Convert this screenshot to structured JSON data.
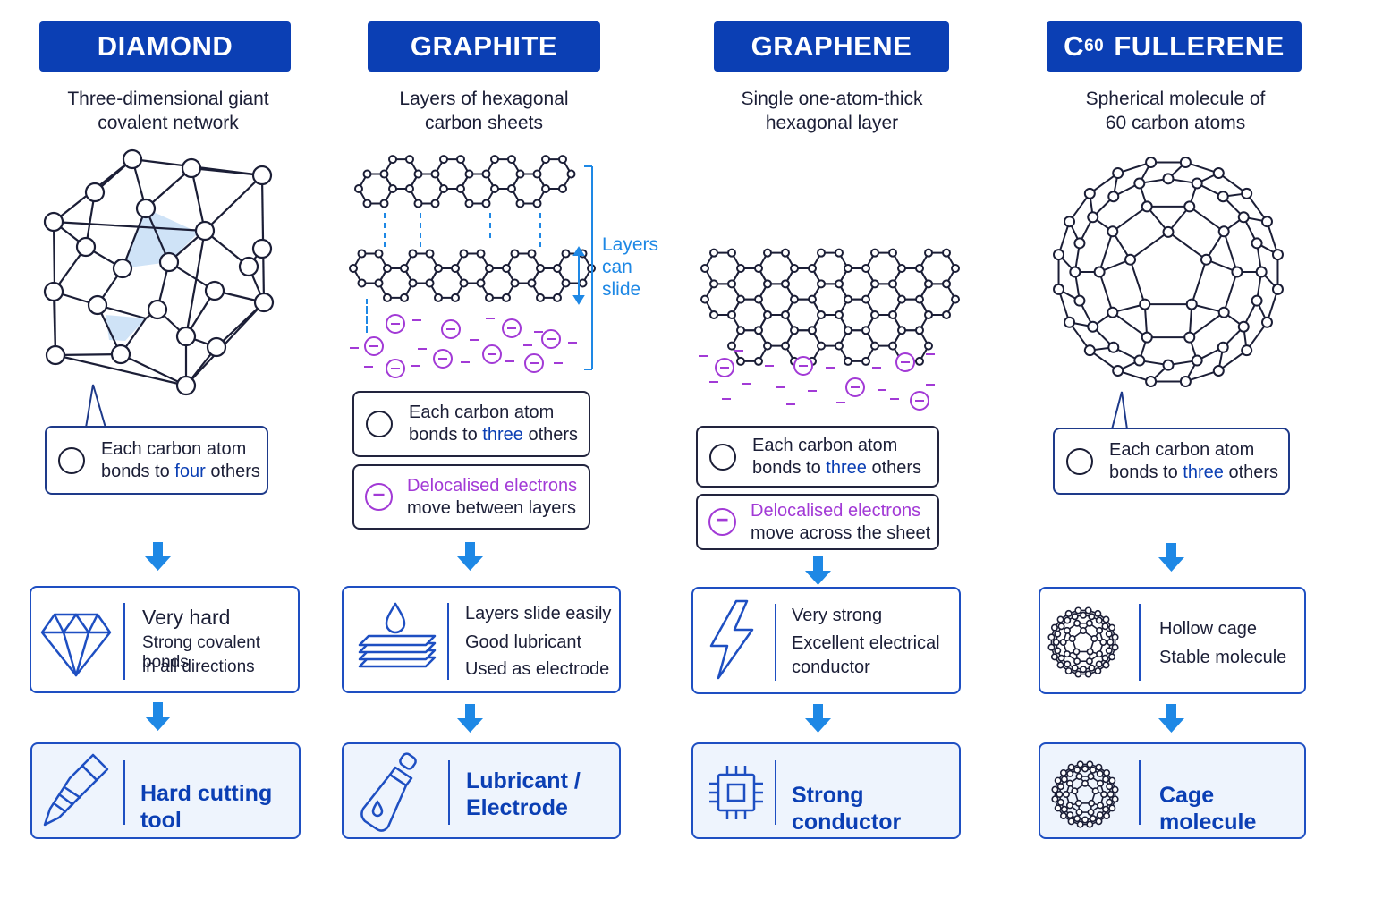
{
  "colors": {
    "title_bg": "#0b3fb4",
    "accent_blue": "#0b3fb4",
    "electron_purple": "#a23ad6",
    "arrow_blue": "#1e88e5",
    "box_border": "#1e4fc2",
    "use_box_bg": "#eef4fd"
  },
  "columns": [
    {
      "title": "DIAMOND",
      "subtitle_line1": "Three-dimensional giant",
      "subtitle_line2": "covalent network",
      "bond_line1": "Each carbon atom",
      "bond_prefix": "bonds to ",
      "bond_count": "four",
      "bond_suffix": " others",
      "property_icon": "diamond-icon",
      "properties": [
        "Very hard",
        "Strong covalent bonds",
        "in all directions"
      ],
      "use_icon": "drill-bit-icon",
      "use_line1": "Hard cutting tool"
    },
    {
      "title": "GRAPHITE",
      "subtitle_line1": "Layers of hexagonal",
      "subtitle_line2": "carbon sheets",
      "layer_label": [
        "Layers",
        "can",
        "slide"
      ],
      "bond_line1": "Each carbon atom",
      "bond_prefix": "bonds to ",
      "bond_count": "three",
      "bond_suffix": " others",
      "electron_line1": "Delocalised electrons",
      "electron_line2": "move between layers",
      "property_icon": "stacked-layers-icon",
      "properties": [
        "Layers slide easily",
        "Good lubricant",
        "Used as electrode"
      ],
      "use_icon": "dropper-bottle-icon",
      "use_line1": "Lubricant /",
      "use_line2": "Electrode"
    },
    {
      "title": "GRAPHENE",
      "subtitle_line1": "Single one-atom-thick",
      "subtitle_line2": "hexagonal layer",
      "bond_line1": "Each carbon atom",
      "bond_prefix": "bonds to ",
      "bond_count": "three",
      "bond_suffix": " others",
      "electron_line1": "Delocalised electrons",
      "electron_line2": "move across the sheet",
      "property_icon": "lightning-bolt-icon",
      "properties": [
        "Very strong",
        "Excellent electrical",
        "conductor"
      ],
      "use_icon": "microchip-icon",
      "use_line1": "Strong conductor"
    },
    {
      "title_main": "C",
      "title_sub": "60",
      "title_rest": " FULLERENE",
      "subtitle_line1": "Spherical molecule of",
      "subtitle_line2": "60 carbon atoms",
      "bond_line1": "Each carbon atom",
      "bond_prefix": "bonds to ",
      "bond_count": "three",
      "bond_suffix": " others",
      "property_icon": "buckyball-icon",
      "properties": [
        "Hollow cage",
        "Stable molecule"
      ],
      "use_icon": "buckyball-icon",
      "use_line1": "Cage molecule"
    }
  ]
}
